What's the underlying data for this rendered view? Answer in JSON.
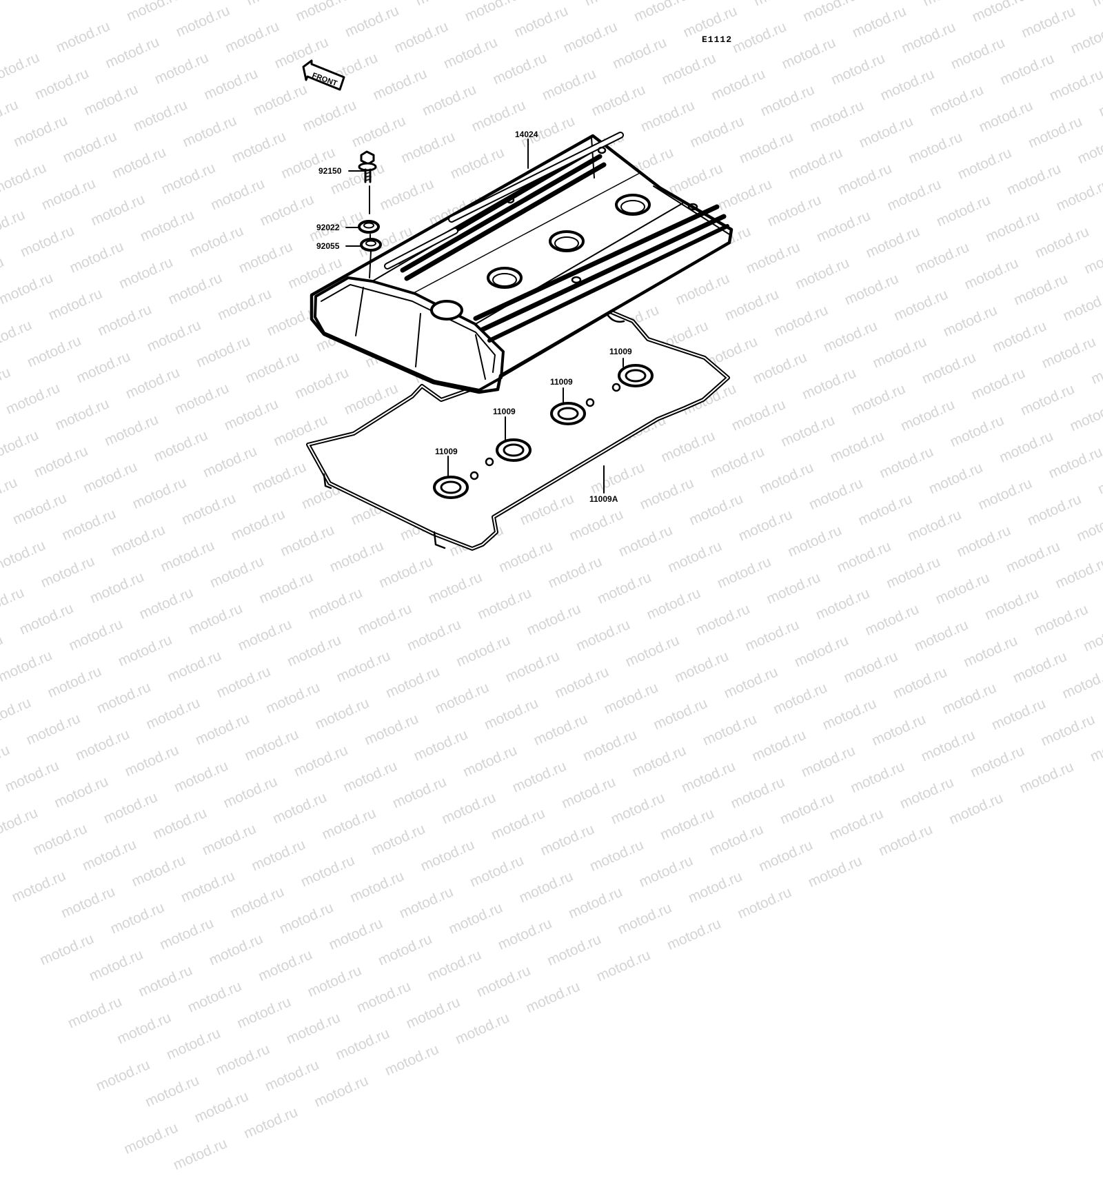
{
  "diagram": {
    "code": "E1112",
    "watermark_text": "motod.ru",
    "front_arrow_label": "FRONT",
    "callouts": {
      "cover": "14024",
      "bolt": "92150",
      "washer": "92022",
      "grommet": "92055",
      "plug_seal_1": "11009",
      "plug_seal_2": "11009",
      "plug_seal_3": "11009",
      "plug_seal_4": "11009",
      "gasket": "11009A"
    }
  }
}
